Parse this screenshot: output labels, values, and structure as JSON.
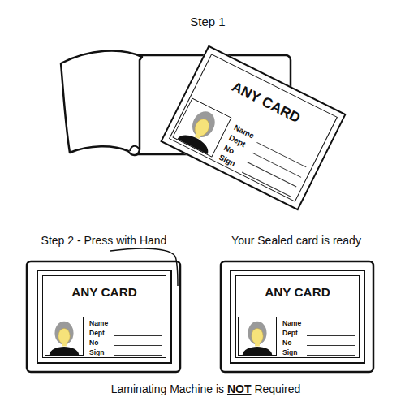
{
  "diagram": {
    "caption": "Laminating Machine is NOT Required",
    "nodes": [
      {
        "text": [
          "ANY CARD",
          "Name",
          "Dept",
          "No",
          "Sign"
        ]
      },
      {
        "text": [
          "ANY CARD",
          "Name",
          "Dept",
          "No",
          "Sign"
        ]
      },
      {
        "text": [
          "ANY CARD",
          "Name",
          "Dept",
          "No",
          "Sign"
        ]
      }
    ],
    "labels": [
      "Step 1",
      "Step 2 - Press with Hand",
      "Your Sealed card is ready"
    ]
  }
}
